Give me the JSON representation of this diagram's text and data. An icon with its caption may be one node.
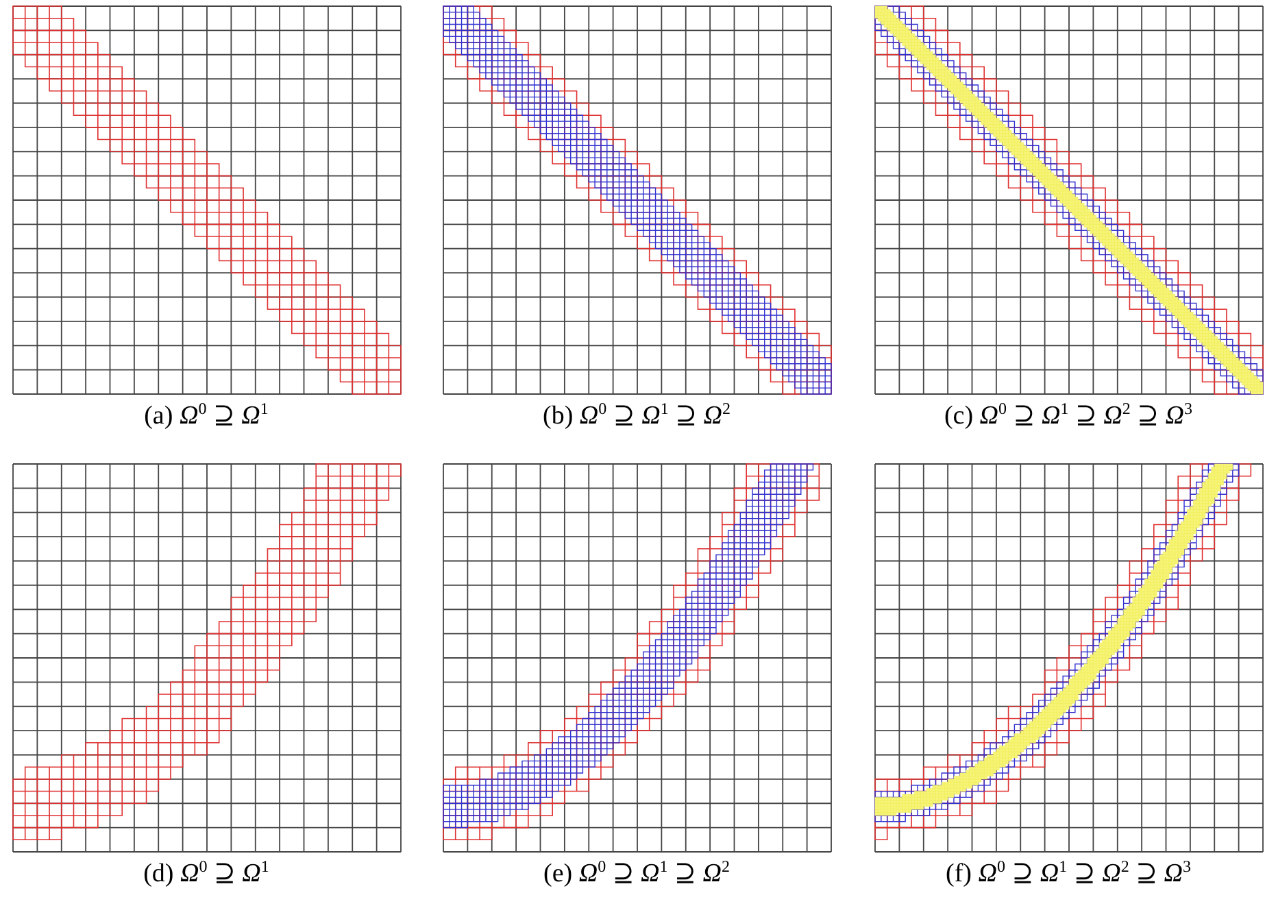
{
  "diagram": {
    "labels": [
      "(a) *Ω*$^{0}$ ⊇ *Ω*$^{1}$",
      "(b) *Ω*$^{0}$ ⊇ *Ω*$^{1}$ ⊇ *Ω*$^{2}$",
      "(c) *Ω*$^{0}$ ⊇ *Ω*$^{1}$ ⊇ *Ω*$^{2}$ ⊇ *Ω*$^{3}$",
      "(d) *Ω*$^{0}$ ⊇ *Ω*$^{1}$",
      "(e) *Ω*$^{0}$ ⊇ *Ω*$^{1}$ ⊇ *Ω*$^{2}$",
      "(f) *Ω*$^{0}$ ⊇ *Ω*$^{1}$ ⊇ *Ω*$^{2}$ ⊇ *Ω*$^{3}$"
    ]
  }
}
